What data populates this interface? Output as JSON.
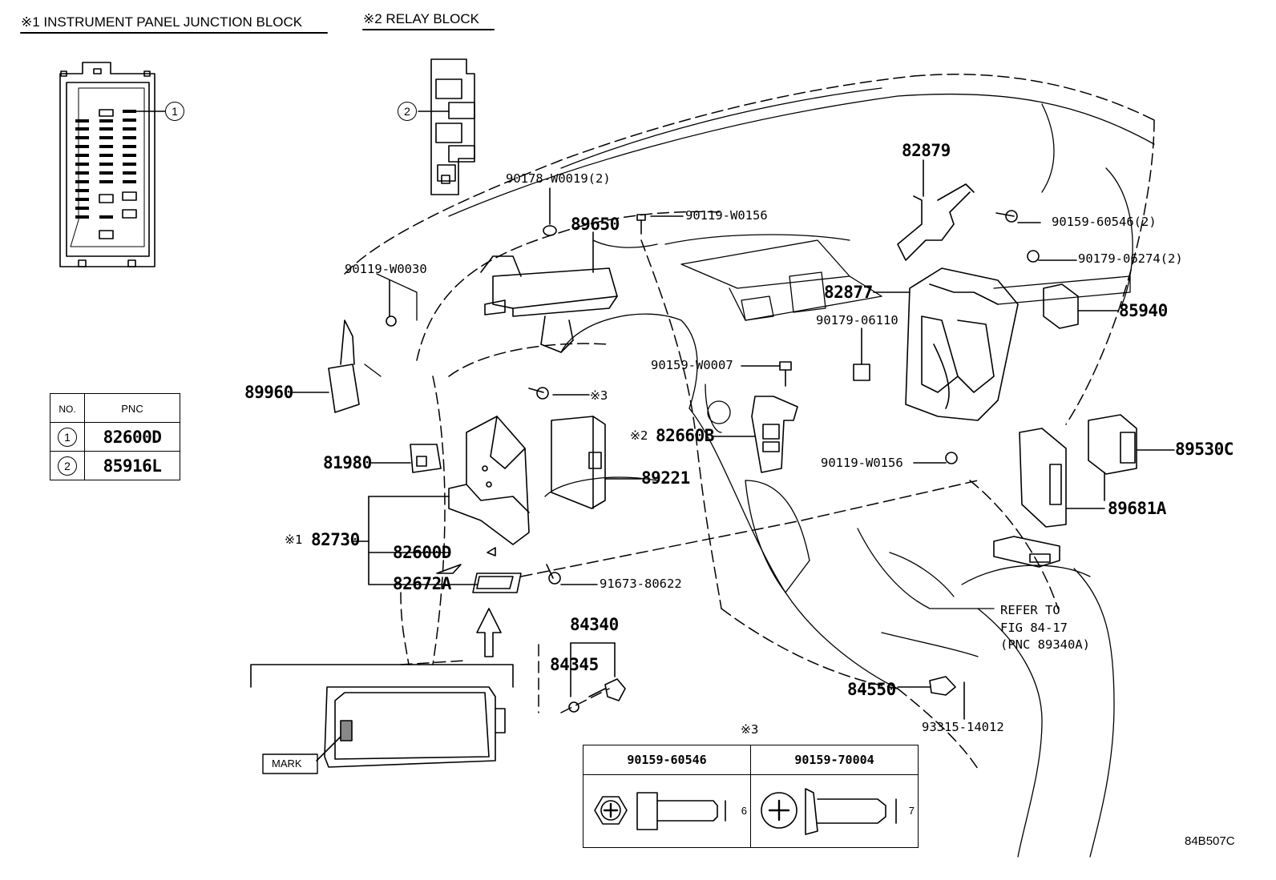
{
  "diagram_code": "84B507C",
  "headers": {
    "junction_block": "※1 INSTRUMENT PANEL JUNCTION BLOCK",
    "relay_block": "※2 RELAY BLOCK"
  },
  "pnc_table": {
    "col_no": "NO.",
    "col_pnc": "PNC",
    "rows": [
      {
        "no": "1",
        "pnc": "82600D"
      },
      {
        "no": "2",
        "pnc": "85916L"
      }
    ]
  },
  "callouts": {
    "c1": "1",
    "c2": "2",
    "c1_inline": "※1",
    "c2_inline": "※2",
    "c3": "※3",
    "c3_screw_table": "※3"
  },
  "parts": {
    "p90178_W0019": "90178-W0019(2)",
    "p89650": "89650",
    "p90119_W0156_top": "90119-W0156",
    "p82879": "82879",
    "p90159_60546_2": "90159-60546(2)",
    "p90179_06274_2": "90179-06274(2)",
    "p90119_W0030": "90119-W0030",
    "p82877": "82877",
    "p85940": "85940",
    "p90179_06110": "90179-06110",
    "p89960": "89960",
    "p90159_W0007": "90159-W0007",
    "p82660B": "82660B",
    "p89530C": "89530C",
    "p81980": "81980",
    "p89221": "89221",
    "p90119_W0156_mid": "90119-W0156",
    "p89681A": "89681A",
    "p82730": "82730",
    "p82600D": "82600D",
    "p82672A": "82672A",
    "p91673_80622": "91673-80622",
    "p84340": "84340",
    "p84345": "84345",
    "p84550": "84550",
    "p93315_14012": "93315-14012",
    "mark": "MARK"
  },
  "refer": {
    "line1": "REFER TO",
    "line2": "FIG 84-17",
    "line3": "(PNC 89340A)"
  },
  "screw_table": {
    "col1": "90159-60546",
    "col2": "90159-70004",
    "dim1": "6",
    "dim2": "7"
  }
}
